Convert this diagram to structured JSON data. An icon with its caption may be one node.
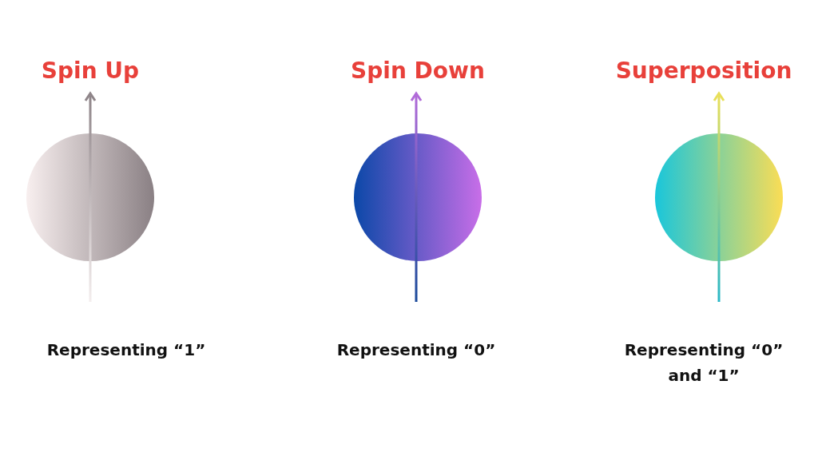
{
  "diagram": {
    "labels": [
      "Spin Up",
      "Spin Down",
      "Superposition",
      "Representing “1”",
      "Representing “0”",
      "Representing “0” and “1”"
    ]
  }
}
